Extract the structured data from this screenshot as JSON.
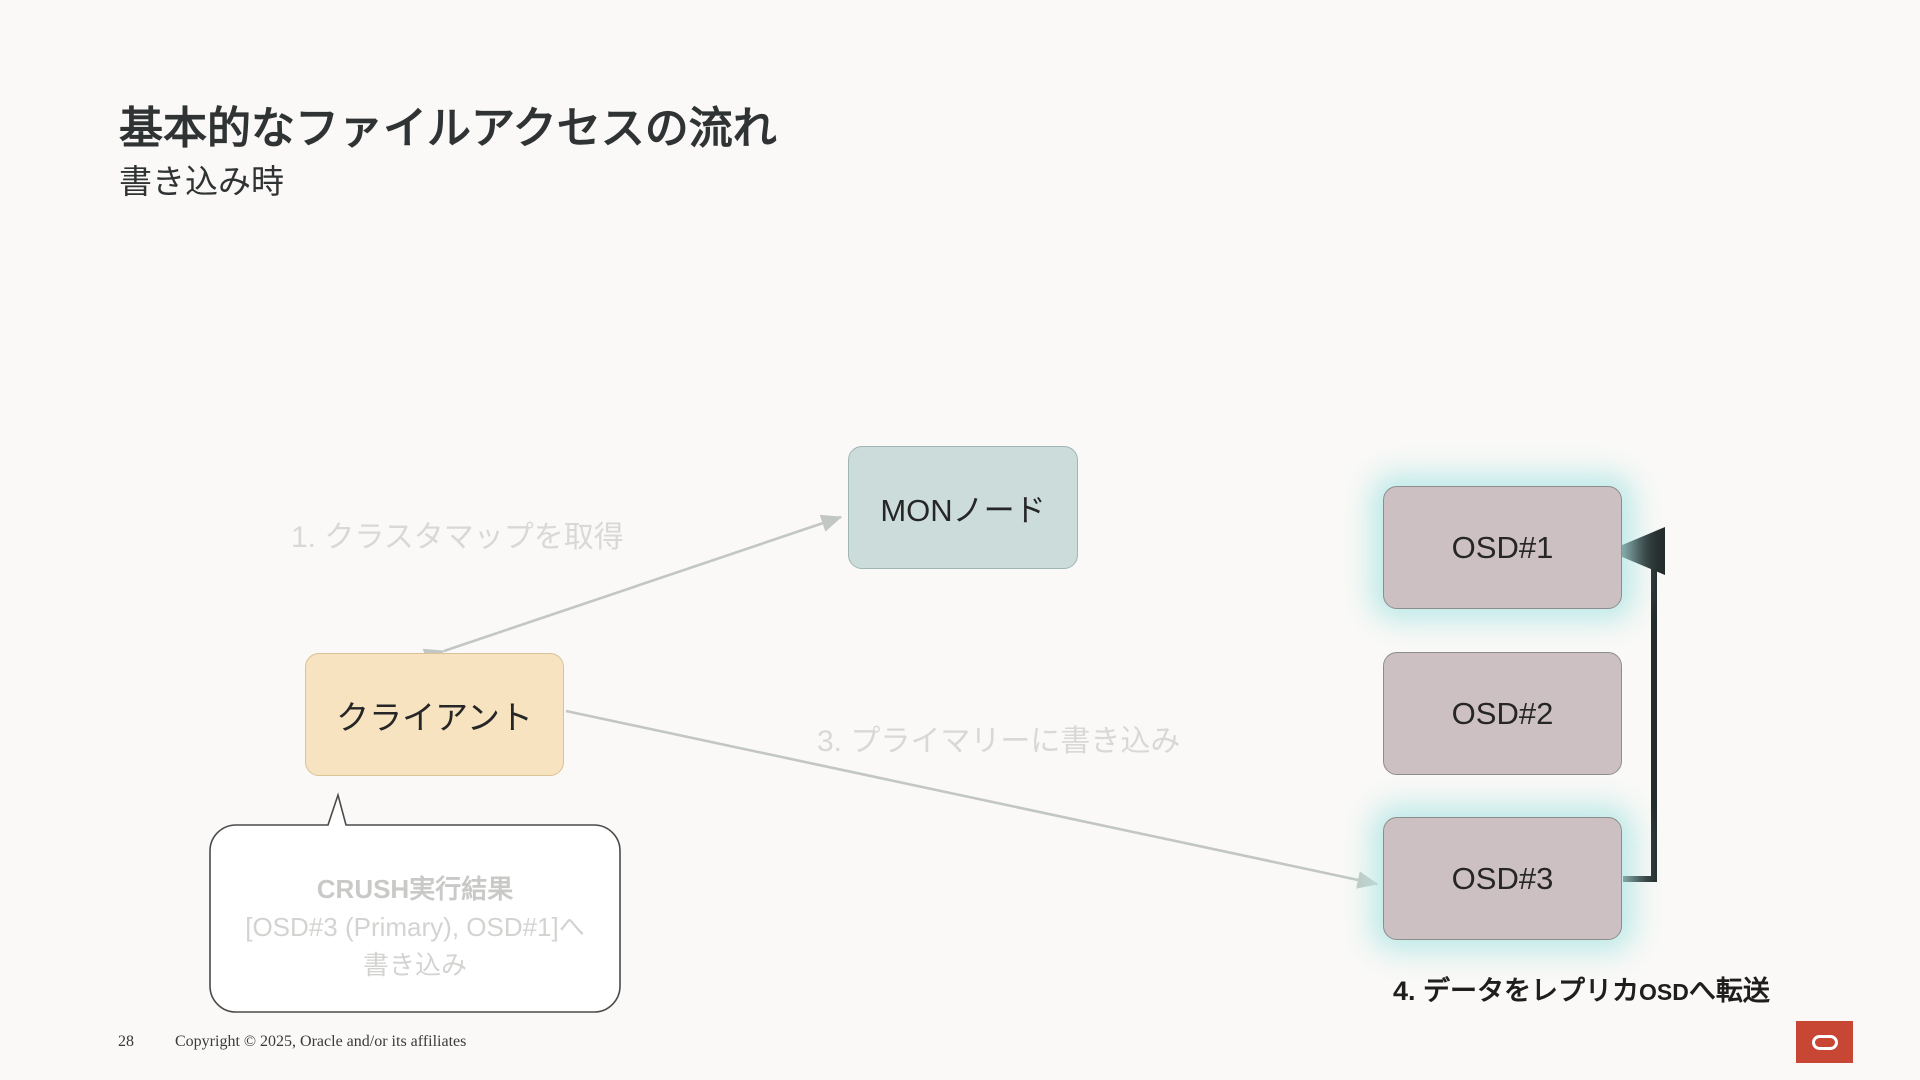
{
  "slide": {
    "title": "基本的なファイルアクセスの流れ",
    "subtitle": "書き込み時",
    "background_color": "#faf9f7"
  },
  "nodes": {
    "mon": {
      "label": "MONノード",
      "fill": "#cbdcdb"
    },
    "client": {
      "label": "クライアント",
      "fill": "#f7e3c0"
    },
    "osd1": {
      "label": "OSD#1",
      "fill": "#cdc0c2",
      "highlighted": true
    },
    "osd2": {
      "label": "OSD#2",
      "fill": "#cdc0c2",
      "highlighted": false
    },
    "osd3": {
      "label": "OSD#3",
      "fill": "#cdc0c2",
      "highlighted": true
    }
  },
  "steps": {
    "step1": "1. クラスタマップを取得",
    "step3": "3. プライマリーに書き込み",
    "step4_prefix": "4. データをレプリカ",
    "step4_mid": "OSD",
    "step4_suffix": "へ転送"
  },
  "callout": {
    "heading": "CRUSH実行結果",
    "line2": "[OSD#3 (Primary), OSD#1]へ",
    "line3": "書き込み"
  },
  "footer": {
    "page_number": "28",
    "copyright": "Copyright © 2025, Oracle and/or its affiliates",
    "logo_color": "#c74634"
  },
  "colors": {
    "glow": "#b2e6e5",
    "arrow_light": "#c9cdc9",
    "arrow_dark": "#232b2b",
    "title_text": "#2f3334",
    "muted_text": "#d8d8d6"
  }
}
